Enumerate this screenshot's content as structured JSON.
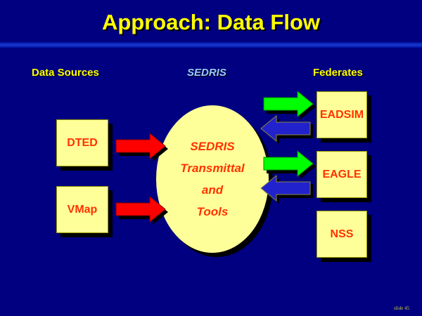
{
  "title": "Approach: Data Flow",
  "headers": {
    "sources": "Data Sources",
    "sedris": "SEDRIS",
    "federates": "Federates"
  },
  "sources": [
    "DTED",
    "VMap"
  ],
  "center": {
    "lines": [
      "SEDRIS",
      "Transmittal",
      "and",
      "Tools"
    ]
  },
  "federates": [
    "EADSIM",
    "EAGLE",
    "NSS"
  ],
  "footer": "slide 45",
  "colors": {
    "background": "#000080",
    "box": "#ffff99",
    "box_text": "#ff3300",
    "title": "#ffff00",
    "sedris_header": "#99ccff",
    "arrow_in": "#ff0000",
    "arrow_to_fed": "#00ff00",
    "arrow_from_fed": "#2222cc"
  }
}
